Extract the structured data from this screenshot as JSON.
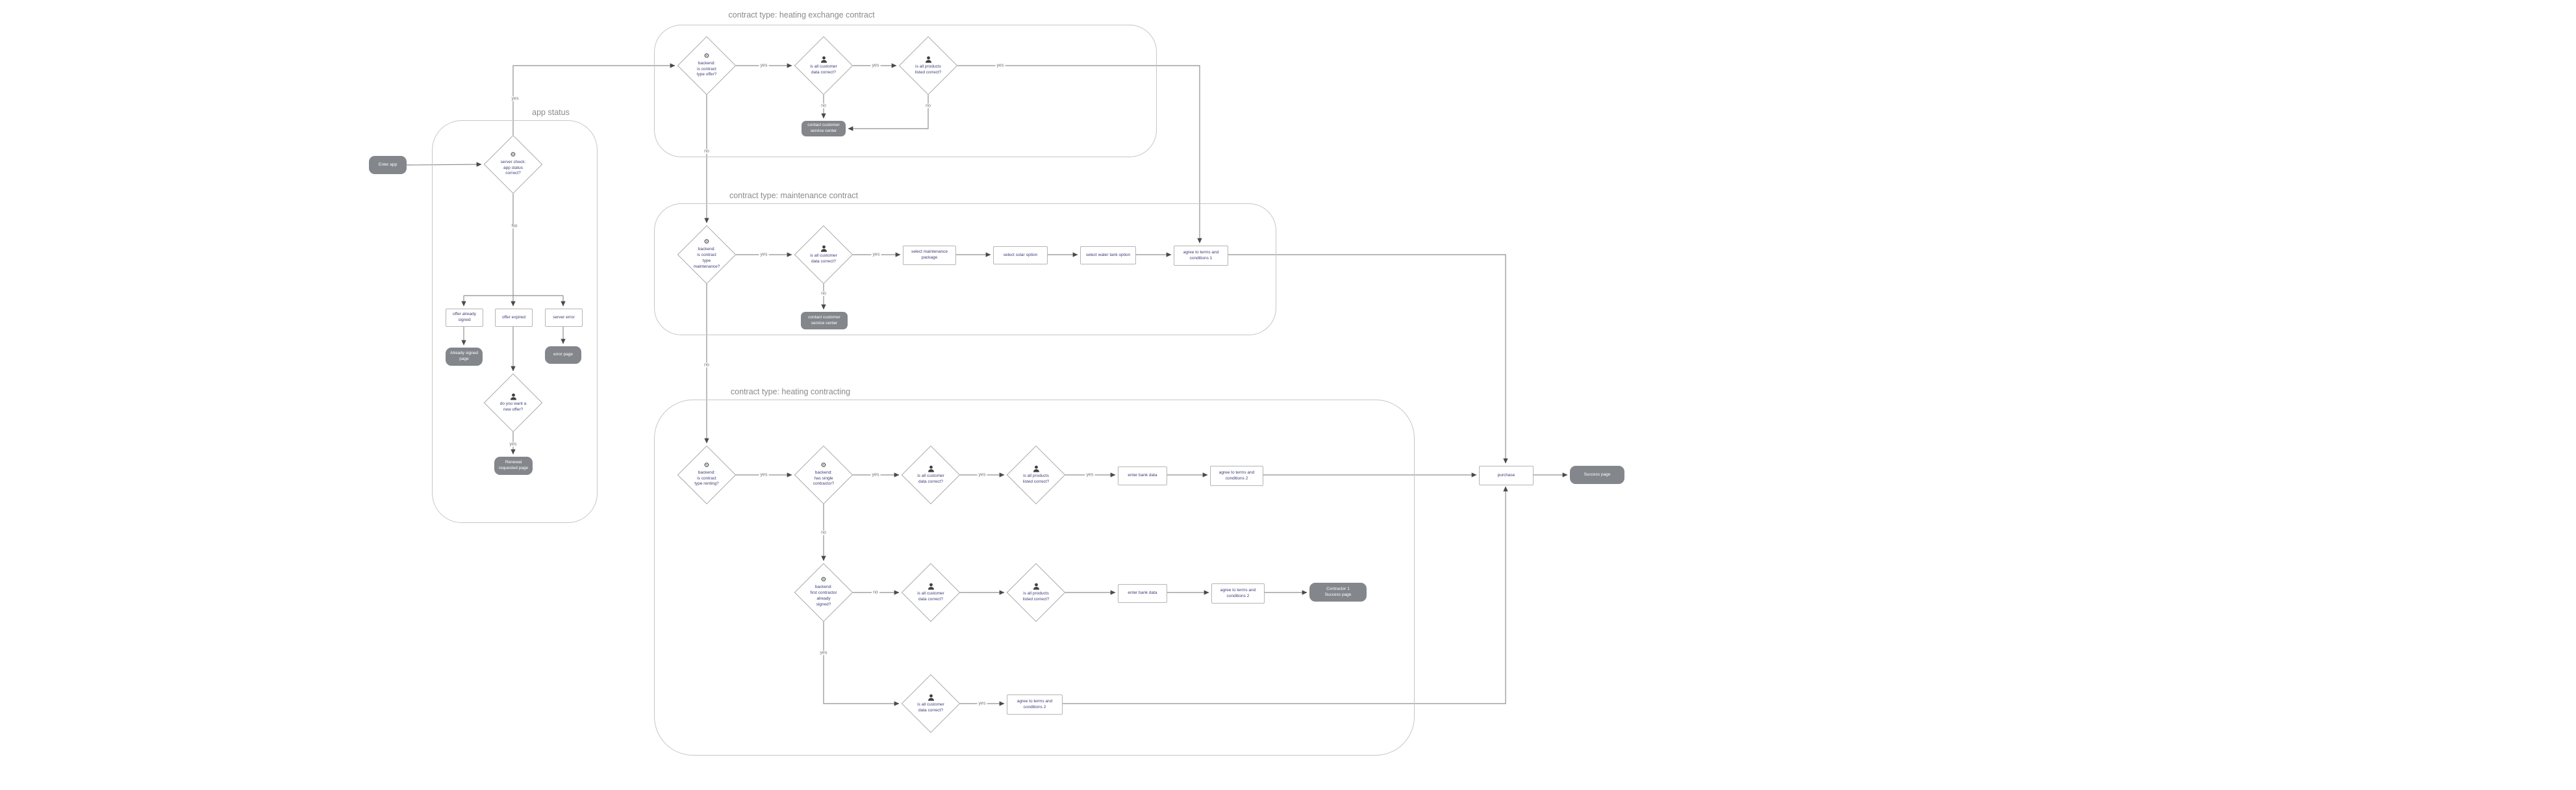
{
  "groups": {
    "app_status": {
      "title": "app status"
    },
    "heating_exchange": {
      "title": "contract type: heating exchange contract"
    },
    "maintenance": {
      "title": "contract type: maintenance contract"
    },
    "heating_contracting": {
      "title": "contract type: heating contracting"
    }
  },
  "icons": {
    "gear": "⚙"
  },
  "nodes": {
    "enter_app": {
      "label": "Enter app"
    },
    "server_check": {
      "label": "server check:\napp status\ncorrect?"
    },
    "offer_already_signed": {
      "label": "offer already\nsigned"
    },
    "offer_expired": {
      "label": "offer expired"
    },
    "server_error": {
      "label": "server error"
    },
    "already_signed_page": {
      "label": "Already signed\npage"
    },
    "error_page": {
      "label": "error page"
    },
    "want_new_offer": {
      "label": "do you want a\nnew offer?"
    },
    "renewal_requested_page": {
      "label": "Renewal\nrequested page"
    },
    "he_type_offer": {
      "label": "backend:\nis contract\ntype offer?"
    },
    "he_customer_data": {
      "label": "is all customer\ndata correct?"
    },
    "he_products_listed": {
      "label": "is all products\nlisted correct?"
    },
    "he_contact_csc": {
      "label": "contact customer\nservice center"
    },
    "mt_type_maintenance": {
      "label": "backend:\nis contract\ntype\nmaintenance?"
    },
    "mt_customer_data": {
      "label": "is all customer\ndata correct?"
    },
    "mt_contact_csc": {
      "label": "contact customer\nservice center"
    },
    "mt_select_package": {
      "label": "select maintenance\npackage"
    },
    "mt_select_solar": {
      "label": "select solar option"
    },
    "mt_select_water": {
      "label": "select water tank option"
    },
    "mt_terms1": {
      "label": "agree to terms and\nconditions 1"
    },
    "ct_type_renting": {
      "label": "backend:\nis contract\ntype renting?"
    },
    "ct_single_contractor": {
      "label": "backend:\nhas single\ncontractor?"
    },
    "ct_customer_data1": {
      "label": "is all customer\ndata correct?"
    },
    "ct_products1": {
      "label": "is all products\nlisted correct?"
    },
    "ct_bank1": {
      "label": "enter bank data"
    },
    "ct_terms2": {
      "label": "agree to terms and\nconditions 2"
    },
    "ct_first_signed": {
      "label": "backend:\nfirst contractor\nalready\nsigned?"
    },
    "ct_customer_data2": {
      "label": "is all customer\ndata correct?"
    },
    "ct_products2": {
      "label": "is all products\nlisted correct?"
    },
    "ct_bank2": {
      "label": "enter bank data"
    },
    "ct_terms3": {
      "label": "agree to terms and\nconditions 2"
    },
    "ct_contractor1_success": {
      "label": "Contractor 1\nSuccess page"
    },
    "ct_customer_data3": {
      "label": "is all customer\ndata correct?"
    },
    "ct_terms4": {
      "label": "agree to terms and\nconditions 2"
    },
    "purchase": {
      "label": "purchase"
    },
    "success_page": {
      "label": "Success page"
    }
  },
  "edge_labels": {
    "app_status_yes": "yes",
    "app_status_no": "No",
    "new_offer_yes": "yes",
    "he1_yes": "yes",
    "he2_yes": "yes",
    "he3_yes": "yes",
    "he1_no": "no",
    "he2_no": "no",
    "he3_no": "no",
    "mt1_yes": "yes",
    "mt2_yes": "yes",
    "mt1_no": "no",
    "mt2_no": "no",
    "ct1_yes": "yes",
    "ct2_yes": "yes",
    "ct3_yes": "yes",
    "ct4_yes": "yes",
    "ct2_no": "no",
    "ct5_no": "no",
    "ct5_yes": "yes",
    "ct8_yes": "yes"
  },
  "colors": {
    "background": "#ffffff",
    "terminal_fill": "#83878b",
    "terminal_text": "#ffffff",
    "node_text": "#3c3c78",
    "edge": "#8f8f8f",
    "group_border": "#c6c6c6",
    "title_text": "#8a8a8a",
    "edge_label_text": "#6f6f6f"
  }
}
